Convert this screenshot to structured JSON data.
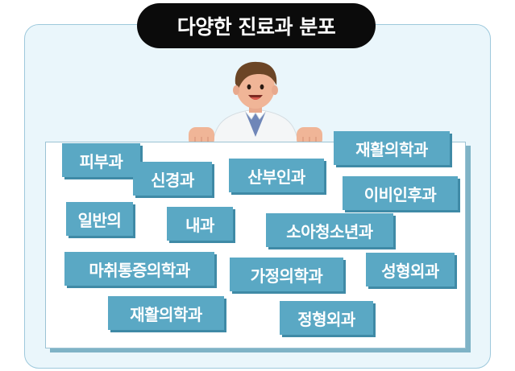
{
  "title": "다양한 진료과 분포",
  "departments": [
    "피부과",
    "신경과",
    "산부인과",
    "재활의학과",
    "이비인후과",
    "일반의",
    "내과",
    "소아청소년과",
    "마취통증의학과",
    "가정의학과",
    "성형외과",
    "재활의학과",
    "정형외과"
  ],
  "colors": {
    "tag_bg": "#5aa8c4",
    "tag_shadow": "#3f8aa6",
    "panel_bg": "#eaf6fb",
    "title_bg": "#0b0b0b"
  }
}
